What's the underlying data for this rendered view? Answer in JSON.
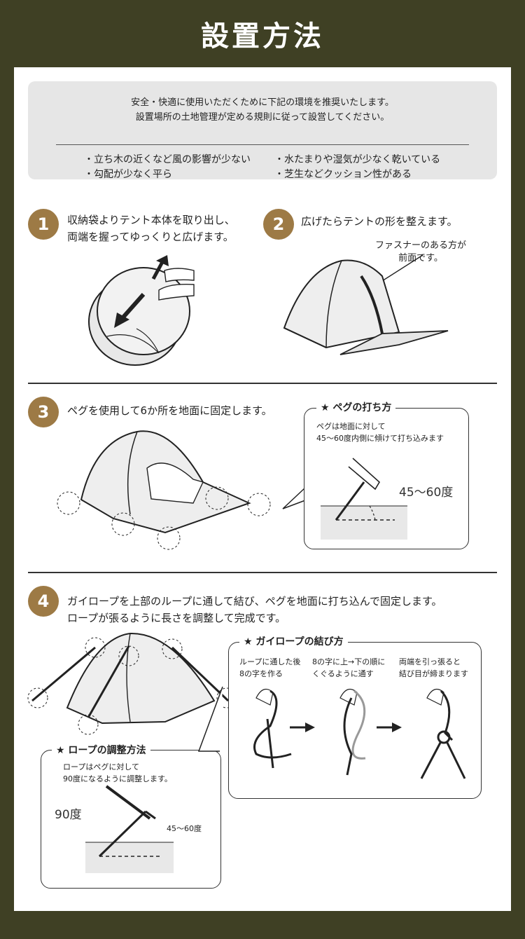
{
  "page_title": "設置方法",
  "notice": {
    "intro_line1": "安全・快適に使用いただくために下記の環境を推奨いたします。",
    "intro_line2": "設置場所の土地管理が定める規則に従って設営してください。",
    "conditions": [
      "・立ち木の近くなど風の影響が少ない",
      "・水たまりや湿気が少なく乾いている",
      "・勾配が少なく平ら",
      "・芝生などクッション性がある"
    ]
  },
  "steps": [
    {
      "number": "1",
      "text_line1": "収納袋よりテント本体を取り出し、",
      "text_line2": "両端を握ってゆっくりと広げます。"
    },
    {
      "number": "2",
      "text_line1": "広げたらテントの形を整えます。",
      "callout_line1": "ファスナーのある方が",
      "callout_line2": "前面です。"
    },
    {
      "number": "3",
      "text_line1": "ペグを使用して6か所を地面に固定します。"
    },
    {
      "number": "4",
      "text_line1": "ガイロープを上部のループに通して結び、ペグを地面に打ち込んで固定します。",
      "text_line2": "ロープが張るように長さを調整して完成です。"
    }
  ],
  "peg_box": {
    "title": "★ ペグの打ち方",
    "desc_line1": "ペグは地面に対して",
    "desc_line2": "45～60度内側に傾けて打ち込みます",
    "angle_label": "45～60度"
  },
  "knot_box": {
    "title": "★ ガイロープの結び方",
    "steps": [
      {
        "line1": "ループに通した後",
        "line2": "8の字を作る"
      },
      {
        "line1": "8の字に上→下の順に",
        "line2": "くぐるように通す"
      },
      {
        "line1": "両端を引っ張ると",
        "line2": "結び目が締まります"
      }
    ]
  },
  "rope_box": {
    "title": "★ ロープの調整方法",
    "desc_line1": "ロープはペグに対して",
    "desc_line2": "90度になるように調整します。",
    "angle_90": "90度",
    "angle_45": "45～60度"
  },
  "colors": {
    "background": "#3f4024",
    "accent": "#9d7a45",
    "notice_bg": "#e6e6e6"
  }
}
